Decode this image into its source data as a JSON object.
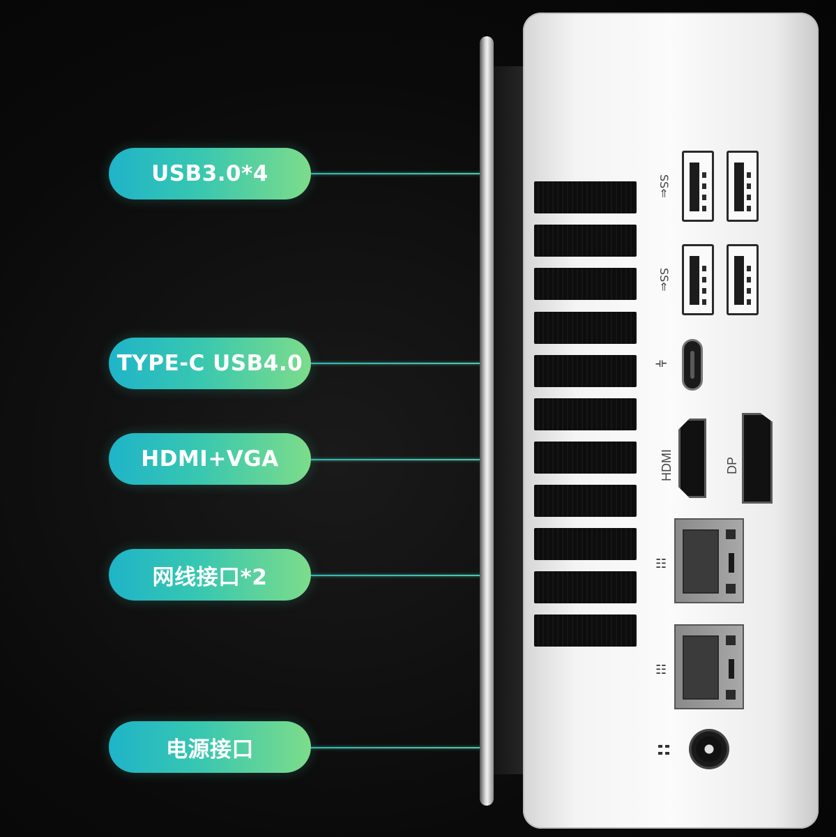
{
  "labels": [
    {
      "id": "usb30",
      "text": "USB3.0*4"
    },
    {
      "id": "typec",
      "text": "TYPE-C USB4.0"
    },
    {
      "id": "hdmi",
      "text": "HDMI+VGA"
    },
    {
      "id": "lan",
      "text": "网线接口*2"
    },
    {
      "id": "power",
      "text": "电源接口"
    }
  ],
  "port_markings": {
    "hdmi": "HDMI",
    "dp": "DP",
    "usb_ss": "SS"
  },
  "colors": {
    "pill_start": "#1fb4c9",
    "pill_end": "#7ddc8a",
    "background": "#0a0a0a",
    "chassis": "#f4f4f4"
  },
  "icons": [
    "usb-ss-icon",
    "usb-icon",
    "network-icon",
    "dc-power-icon"
  ]
}
